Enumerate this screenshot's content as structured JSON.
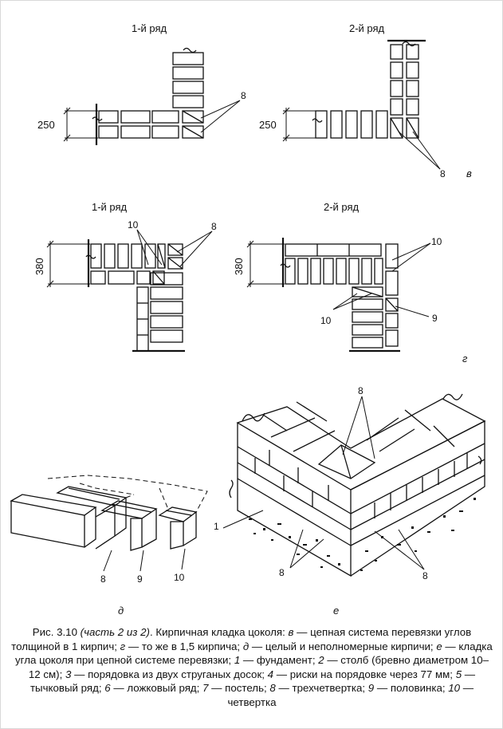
{
  "panel_v": {
    "row1_title": "1-й ряд",
    "row2_title": "2-й ряд",
    "dim_left": "250",
    "dim_right": "250",
    "callout": "8",
    "callout_right": "8",
    "panel_letter": "в"
  },
  "panel_g": {
    "row1_title": "1-й ряд",
    "row2_title": "2-й ряд",
    "dim_left": "380",
    "dim_right": "380",
    "callout_left_10": "10",
    "callout_left_8": "8",
    "callout_right_10a": "10",
    "callout_right_10b": "10",
    "callout_right_9": "9",
    "panel_letter": "г"
  },
  "panel_d": {
    "label_8": "8",
    "label_9": "9",
    "label_10": "10",
    "panel_letter": "д"
  },
  "panel_e": {
    "label_8_top": "8",
    "label_8_left": "8",
    "label_8_right": "8",
    "label_1": "1",
    "panel_letter": "е"
  },
  "caption": {
    "lead": "Рис. 3.10 ",
    "part": "(часть 2 из 2)",
    "t1": ". Кирпичная кладка цоколя: ",
    "k_v": "в",
    "t2": " — цепная система перевязки углов толщиной в 1 кирпич; ",
    "k_g": "г",
    "t3": " — то же в 1,5 кирпича; ",
    "k_d": "д",
    "t4": " — целый и неполномерные кирпичи; ",
    "k_e": "е",
    "t5": " — кладка угла цоколя при цепной системе перевязки; ",
    "k_1": "1",
    "t6": " — фундамент; ",
    "k_2": "2",
    "t7": " — столб (бревно диаметром 10–12 см); ",
    "k_3": "3",
    "t8": " — порядовка из двух струганых досок; ",
    "k_4": "4",
    "t9": " — риски на порядовке через 77 мм; ",
    "k_5": "5",
    "t10": " — тычковый ряд; ",
    "k_6": "6",
    "t11": " — ложковый ряд; ",
    "k_7": "7",
    "t12": " — постель; ",
    "k_8": "8",
    "t13": " — трехчетвертка; ",
    "k_9": "9",
    "t14": " — половинка; ",
    "k_10": "10",
    "t15": " — четвертка"
  }
}
